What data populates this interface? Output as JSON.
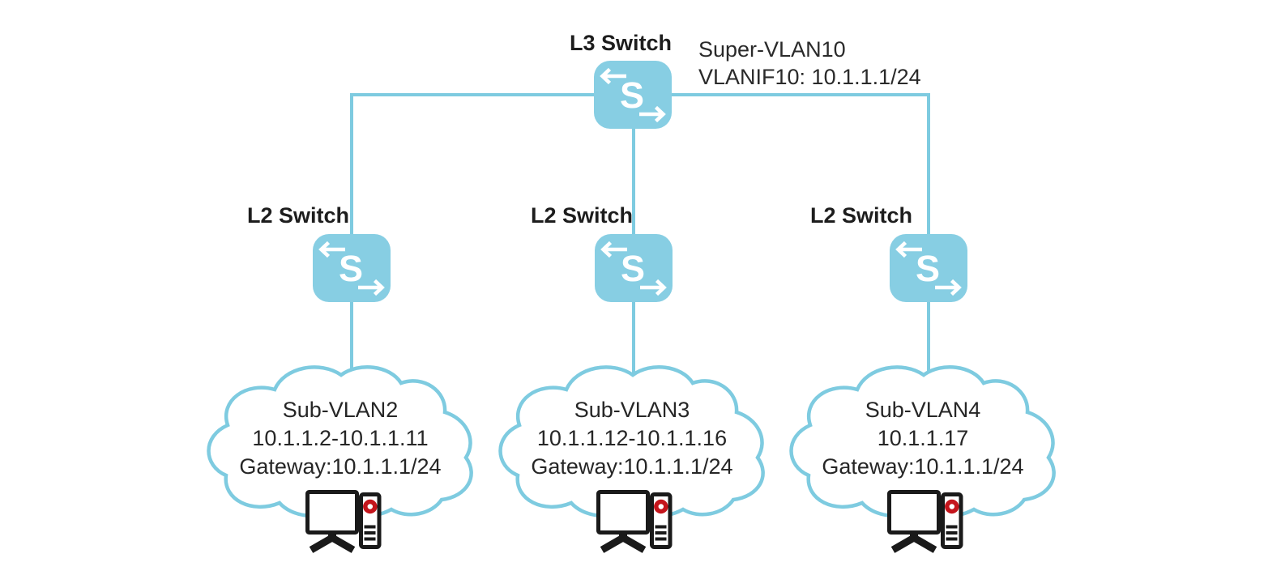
{
  "l3": {
    "label": "L3 Switch",
    "note1": "Super-VLAN10",
    "note2": "VLANIF10: 10.1.1.1/24"
  },
  "l2_switches": [
    {
      "label": "L2 Switch"
    },
    {
      "label": "L2 Switch"
    },
    {
      "label": "L2 Switch"
    }
  ],
  "clouds": [
    {
      "name": "Sub-VLAN2",
      "range": "10.1.1.2-10.1.1.11",
      "gateway": "Gateway:10.1.1.1/24"
    },
    {
      "name": "Sub-VLAN3",
      "range": "10.1.1.12-10.1.1.16",
      "gateway": "Gateway:10.1.1.1/24"
    },
    {
      "name": "Sub-VLAN4",
      "range": "10.1.1.17",
      "gateway": "Gateway:10.1.1.1/24"
    }
  ],
  "icons": {
    "switch_letter": "S",
    "switch": "layer-switch-icon",
    "host": "desktop-computer-icon"
  },
  "colors": {
    "accent_blue": "#7ecbe0",
    "switch_fill": "#87cee3",
    "icon_black": "#1a1a1a",
    "host_red": "#c4151c",
    "text": "#262626"
  }
}
